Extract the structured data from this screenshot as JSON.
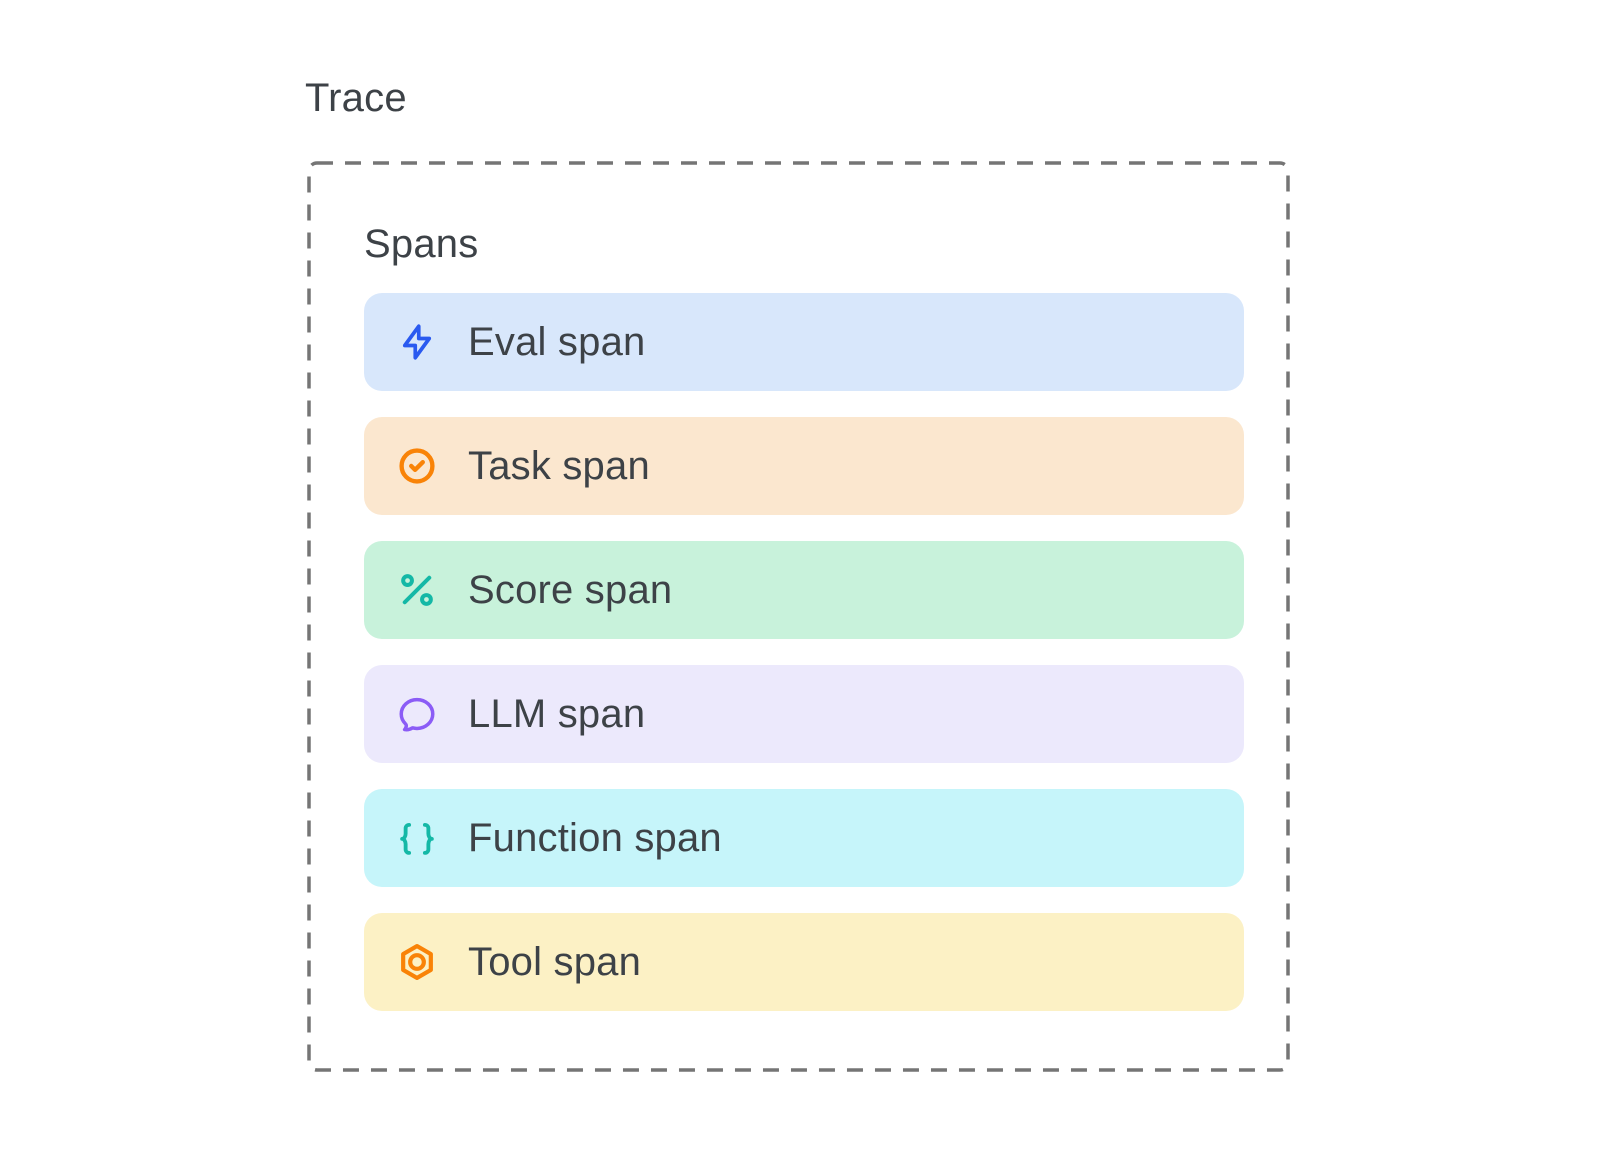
{
  "diagram": {
    "trace_label": "Trace",
    "spans_label": "Spans",
    "spans": [
      {
        "label": "Eval span",
        "icon": "zap-icon",
        "bg": "#d8e7fb",
        "icon_color": "#2a5af0"
      },
      {
        "label": "Task span",
        "icon": "circle-check-icon",
        "bg": "#fbe7cf",
        "icon_color": "#f98307"
      },
      {
        "label": "Score span",
        "icon": "percent-icon",
        "bg": "#c8f2db",
        "icon_color": "#14b8a6"
      },
      {
        "label": "LLM span",
        "icon": "message-bubble-icon",
        "bg": "#ece9fc",
        "icon_color": "#8b5cf6"
      },
      {
        "label": "Function span",
        "icon": "braces-icon",
        "bg": "#c6f5fa",
        "icon_color": "#14b8a6"
      },
      {
        "label": "Tool span",
        "icon": "hexagon-nut-icon",
        "bg": "#fcf1c5",
        "icon_color": "#f98307"
      }
    ],
    "colors": {
      "text": "#3d4247",
      "dashed_border": "#757575",
      "background": "#ffffff"
    }
  }
}
